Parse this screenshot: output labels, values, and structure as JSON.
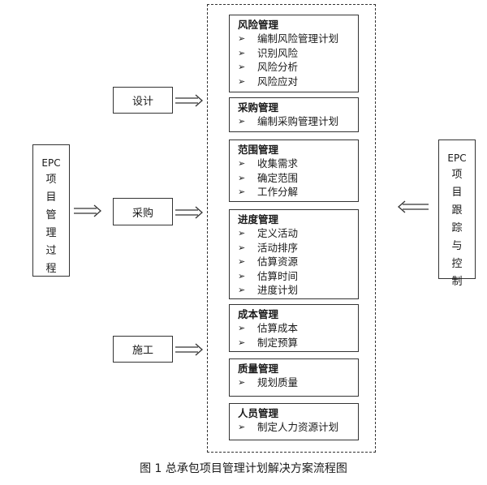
{
  "left_box": {
    "head": "EPC",
    "chars": [
      "项",
      "目",
      "管",
      "理",
      "过",
      "程"
    ]
  },
  "right_box": {
    "head": "EPC",
    "chars": [
      "项",
      "目",
      "跟",
      "踪",
      "与",
      "控",
      "制"
    ]
  },
  "phases": [
    {
      "label": "设计"
    },
    {
      "label": "采购"
    },
    {
      "label": "施工"
    }
  ],
  "groups": [
    {
      "title": "风险管理",
      "items": [
        "编制风险管理计划",
        "识别风险",
        "风险分析",
        "风险应对"
      ]
    },
    {
      "title": "采购管理",
      "items": [
        "编制采购管理计划"
      ]
    },
    {
      "title": "范围管理",
      "items": [
        "收集需求",
        "确定范围",
        "工作分解"
      ]
    },
    {
      "title": "进度管理",
      "items": [
        "定义活动",
        "活动排序",
        "估算资源",
        "估算时间",
        "进度计划"
      ]
    },
    {
      "title": "成本管理",
      "items": [
        "估算成本",
        "制定预算"
      ]
    },
    {
      "title": "质量管理",
      "items": [
        "规划质量"
      ]
    },
    {
      "title": "人员管理",
      "items": [
        "制定人力资源计划"
      ]
    }
  ],
  "bullet_glyph": "➢",
  "caption": "图 1  总承包项目管理计划解决方案流程图"
}
